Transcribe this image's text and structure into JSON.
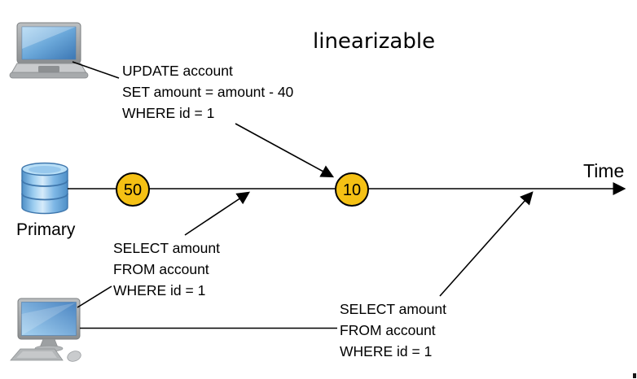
{
  "diagram": {
    "title": "linearizable",
    "time_axis_label": "Time",
    "primary_label": "Primary",
    "events": {
      "first_value": "50",
      "second_value": "10"
    },
    "queries": {
      "update": {
        "line1": "UPDATE account",
        "line2": "SET amount = amount - 40",
        "line3": "WHERE id = 1"
      },
      "select_1": {
        "line1": "SELECT amount",
        "line2": "FROM account",
        "line3": "WHERE id = 1"
      },
      "select_2": {
        "line1": "SELECT amount",
        "line2": "FROM account",
        "line3": "WHERE id = 1"
      }
    },
    "colors": {
      "title_red": "#e61b12",
      "event_circle_fill": "#f5c114",
      "line_black": "#000000"
    },
    "icons": {
      "client_top": "laptop-icon",
      "storage": "database-cylinder-icon",
      "client_bottom": "desktop-computer-icon"
    }
  }
}
